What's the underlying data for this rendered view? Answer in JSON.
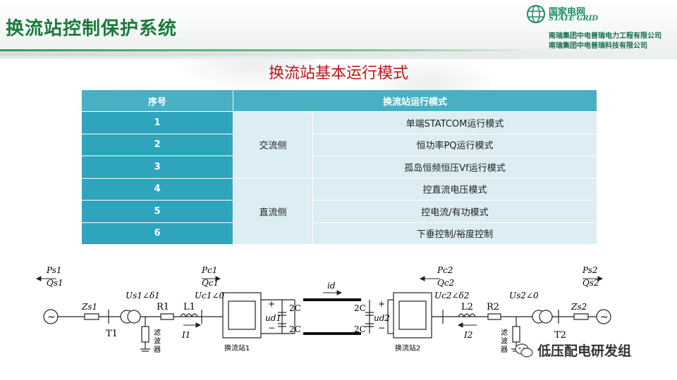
{
  "header": {
    "title": "换流站控制保护系统",
    "logo_cn": "国家电网",
    "logo_en": "STATE GRID",
    "company_line1": "南瑞集团中电普瑞电力工程有限公司",
    "company_line2": "南瑞集团中电普瑞科技有限公司"
  },
  "subtitle": "换流站基本运行模式",
  "table": {
    "headers": [
      "序号",
      "换流站运行模式"
    ],
    "groups": [
      {
        "side": "交流侧",
        "rows": [
          {
            "num": "1",
            "mode": "单端STATCOM运行模式"
          },
          {
            "num": "2",
            "mode": "恒功率PQ运行模式"
          },
          {
            "num": "3",
            "mode": "孤岛恒频恒压Vf运行模式"
          }
        ]
      },
      {
        "side": "直流侧",
        "rows": [
          {
            "num": "4",
            "mode": "控直流电压模式"
          },
          {
            "num": "5",
            "mode": "控电流/有功模式"
          },
          {
            "num": "6",
            "mode": "下垂控制/裕度控制"
          }
        ]
      }
    ]
  },
  "diagram": {
    "labels": {
      "ps1": "Ps1",
      "qs1": "Qs1",
      "zs1": "Zs1",
      "t1": "T1",
      "us1": "Us1∠δ1",
      "r1": "R1",
      "l1": "L1",
      "uc1": "Uc1∠0",
      "i1": "I1",
      "pc1": "Pc1",
      "qc1": "Qc1",
      "filter1": [
        "滤",
        "波",
        "器"
      ],
      "station1": "换流站1",
      "id": "id",
      "c2a": "2C",
      "c2b": "2C",
      "c2c": "2C",
      "c2d": "2C",
      "ud1": "ud1",
      "ud2": "ud2",
      "plus": "+",
      "minus": "−",
      "pc2": "Pc2",
      "qc2": "Qc2",
      "station2": "换流站2",
      "uc2": "Uc2∠δ2",
      "l2": "L2",
      "r2": "R2",
      "us2": "Us2∠0",
      "i2": "I2",
      "filter2": [
        "滤",
        "波",
        "器"
      ],
      "t2": "T2",
      "zs2": "Zs2",
      "ps2": "Ps2",
      "qs2": "Qs2",
      "source": "~"
    }
  },
  "watermark": {
    "text": "低压配电研发组"
  },
  "colors": {
    "title_green": "#1a7a3c",
    "subtitle_red": "#c0141a",
    "table_header": "#49b0c4",
    "table_num": "#2ea5bd",
    "table_cell": "#dcedf3"
  }
}
